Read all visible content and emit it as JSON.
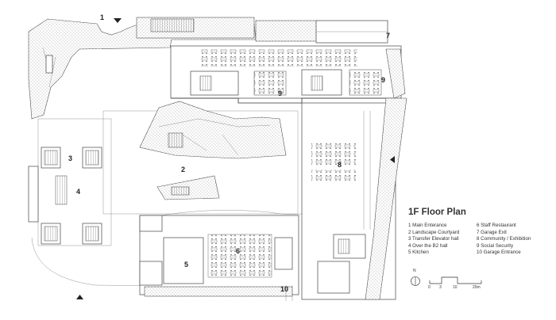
{
  "title": "1F Floor Plan",
  "legend": [
    {
      "label": "1 Main Enterance"
    },
    {
      "label": "2 Landscape Courtyard"
    },
    {
      "label": "3 Transfer Elevator hall"
    },
    {
      "label": "4 Over the B2 hall"
    },
    {
      "label": "5 Kitchen"
    },
    {
      "label": "6 Staff Restaurant"
    },
    {
      "label": "7 Garage Exit"
    },
    {
      "label": "8 Community / Exhibition"
    },
    {
      "label": "9 Social Security"
    },
    {
      "label": "10 Garage Entrance"
    }
  ],
  "plan_numbers": {
    "n1": "1",
    "n2": "2",
    "n3": "3",
    "n4": "4",
    "n5": "5",
    "n6": "6",
    "n7": "7",
    "n8": "8",
    "n9a": "9",
    "n9b": "9",
    "n10": "10"
  },
  "north": {
    "label": "N"
  },
  "scale": {
    "ticks": [
      "0",
      "3",
      "10",
      "20m"
    ]
  }
}
